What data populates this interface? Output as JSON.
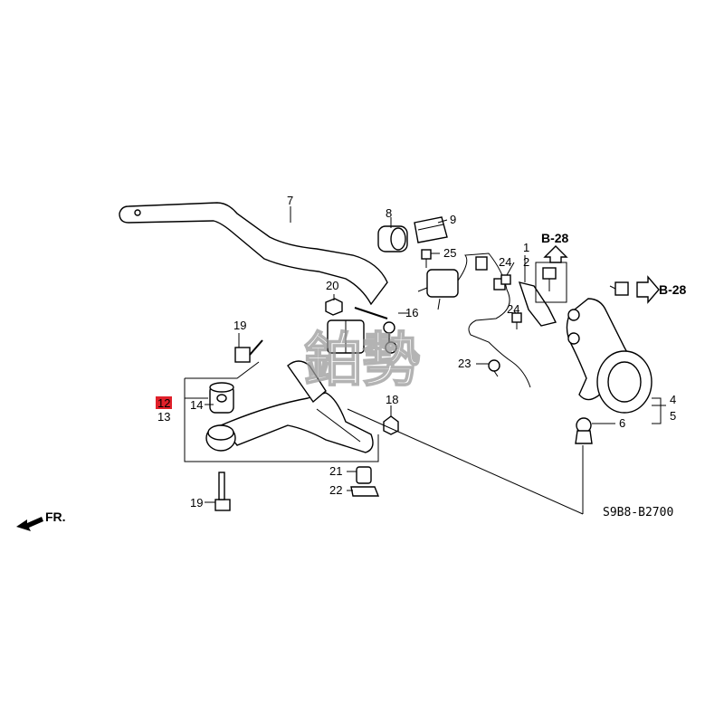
{
  "diagram": {
    "code": "S9B8-B2700",
    "front_label": "FR.",
    "ref_label": "B-28",
    "watermark": "鉑勢",
    "callouts": {
      "n1": "1",
      "n2": "2",
      "n4": "4",
      "n5": "5",
      "n6": "6",
      "n7": "7",
      "n8": "8",
      "n9": "9",
      "n12": "12",
      "n13": "13",
      "n14": "14",
      "n16": "16",
      "n18": "18",
      "n19a": "19",
      "n19b": "19",
      "n20": "20",
      "n21": "21",
      "n22": "22",
      "n23": "23",
      "n24a": "24",
      "n24b": "24",
      "n25": "25"
    },
    "highlight_color": "#e0202a"
  }
}
